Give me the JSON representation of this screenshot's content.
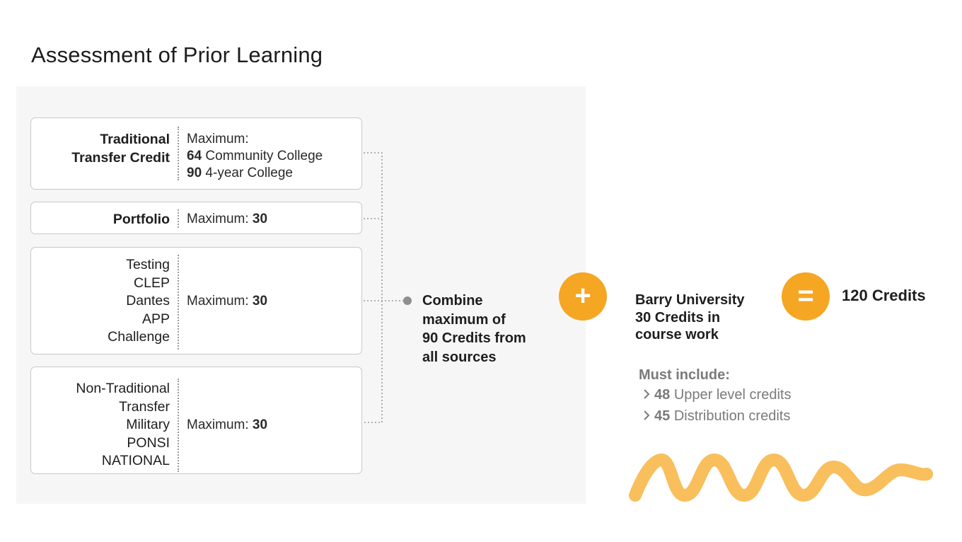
{
  "title": "Assessment of Prior Learning",
  "colors": {
    "accent": "#f5a623",
    "squiggle": "#f8bf5c",
    "panel": "#f6f6f6",
    "muted": "#7a7a7a"
  },
  "sources": [
    {
      "name_lines": [
        "Traditional",
        "Transfer Credit"
      ],
      "name_bold": true,
      "max_label": "Maximum:",
      "details": [
        {
          "num": "64",
          "text": "Community College"
        },
        {
          "num": "90",
          "text": "4-year College"
        }
      ]
    },
    {
      "name_lines": [
        "Portfolio"
      ],
      "name_bold": true,
      "max_label": "Maximum:",
      "max_value": "30"
    },
    {
      "name_lines": [
        "Testing",
        "CLEP",
        "Dantes",
        "APP",
        "Challenge"
      ],
      "name_bold": false,
      "max_label": "Maximum:",
      "max_value": "30"
    },
    {
      "name_lines": [
        "Non-Traditional",
        "Transfer",
        "Military",
        "PONSI",
        "NATIONAL"
      ],
      "name_bold": false,
      "max_label": "Maximum:",
      "max_value": "30"
    }
  ],
  "combine": {
    "line1": "Combine",
    "line2": "maximum of",
    "line3_bold": "90 Credits",
    "line3_rest": " from",
    "line4": "all sources"
  },
  "plus_symbol": "+",
  "equals_symbol": "=",
  "barry": {
    "line1": "Barry University",
    "line2_bold": "30 Credits",
    "line2_rest": " in",
    "line3": "course work"
  },
  "total": "120 Credits",
  "must_include": {
    "heading": "Must include:",
    "items": [
      {
        "num": "48",
        "text": "Upper level credits"
      },
      {
        "num": "45",
        "text": "Distribution credits"
      }
    ]
  },
  "icons": {
    "bullet": "chevron-right-icon",
    "plus": "plus-icon",
    "equals": "equals-icon"
  }
}
